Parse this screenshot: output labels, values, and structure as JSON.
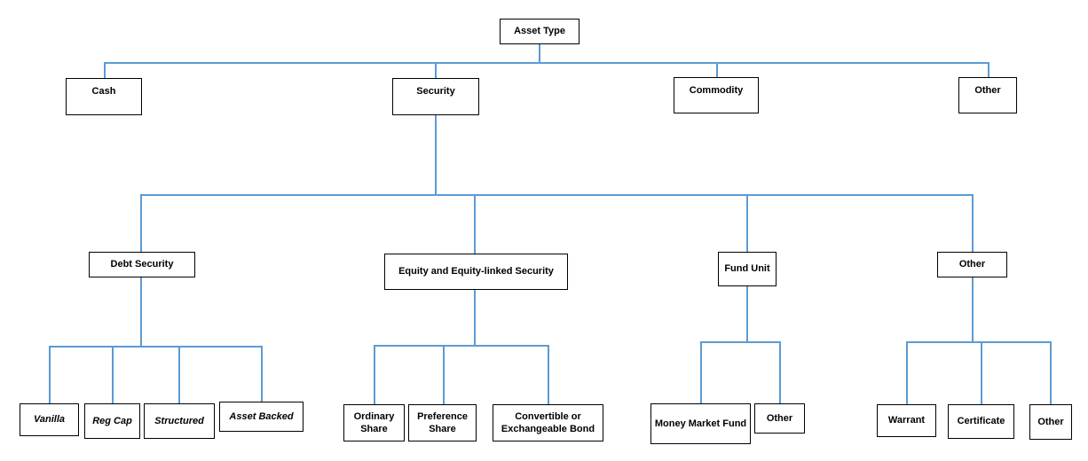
{
  "diagram": {
    "type": "org-chart-hierarchy",
    "colors": {
      "connector": "#5B9BD5",
      "box_border": "#000000",
      "box_fill": "#FFFFFF",
      "text": "#000000"
    },
    "root": {
      "label": "Asset Type",
      "children": [
        {
          "label": "Cash",
          "children": []
        },
        {
          "label": "Security",
          "children": [
            {
              "label": "Debt Security",
              "children": [
                {
                  "label": "Vanilla"
                },
                {
                  "label": "Reg Cap"
                },
                {
                  "label": "Structured"
                },
                {
                  "label": "Asset Backed"
                }
              ]
            },
            {
              "label": "Equity and Equity-linked Security",
              "children": [
                {
                  "label": "Ordinary Share"
                },
                {
                  "label": "Preference Share"
                },
                {
                  "label": "Convertible or Exchangeable Bond"
                }
              ]
            },
            {
              "label": "Fund Unit",
              "children": [
                {
                  "label": "Money Market Fund"
                },
                {
                  "label": "Other"
                }
              ]
            },
            {
              "label": "Other",
              "children": [
                {
                  "label": "Warrant"
                },
                {
                  "label": "Certificate"
                },
                {
                  "label": "Other"
                }
              ]
            }
          ]
        },
        {
          "label": "Commodity",
          "children": []
        },
        {
          "label": "Other",
          "children": []
        }
      ]
    }
  }
}
